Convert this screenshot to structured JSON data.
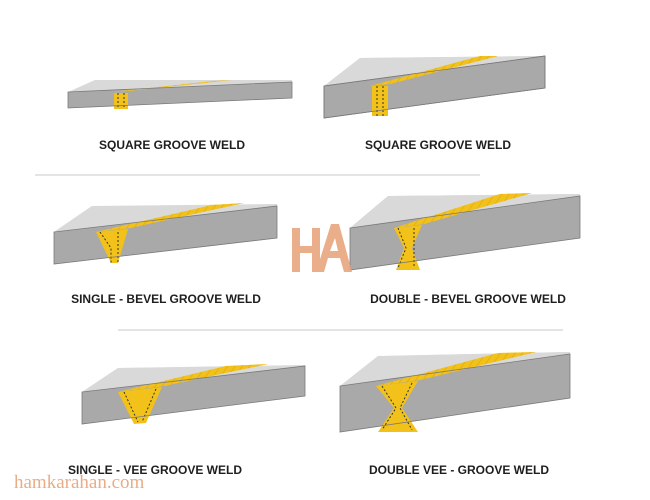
{
  "colors": {
    "plate_top": "#d9d9d9",
    "plate_front": "#a9a9a9",
    "plate_side": "#8c8c8c",
    "weld": "#f2c21b",
    "weld_shade": "#d9a10f",
    "divider": "#c8c8c8",
    "logo": "#e8a37a"
  },
  "welds": [
    {
      "id": "square-groove-weld-left",
      "label": "SQUARE GROOVE WELD"
    },
    {
      "id": "square-groove-weld-right",
      "label": "SQUARE GROOVE WELD"
    },
    {
      "id": "single-bevel-groove-weld",
      "label": "SINGLE - BEVEL GROOVE WELD"
    },
    {
      "id": "double-bevel-groove-weld",
      "label": "DOUBLE - BEVEL GROOVE WELD"
    },
    {
      "id": "single-vee-groove-weld",
      "label": "SINGLE - VEE GROOVE WELD"
    },
    {
      "id": "double-vee-groove-weld",
      "label": "DOUBLE VEE - GROOVE WELD"
    }
  ],
  "watermark": {
    "logo_icon": "hamkarahan-logo-icon",
    "text": "hamkarahan.com"
  }
}
